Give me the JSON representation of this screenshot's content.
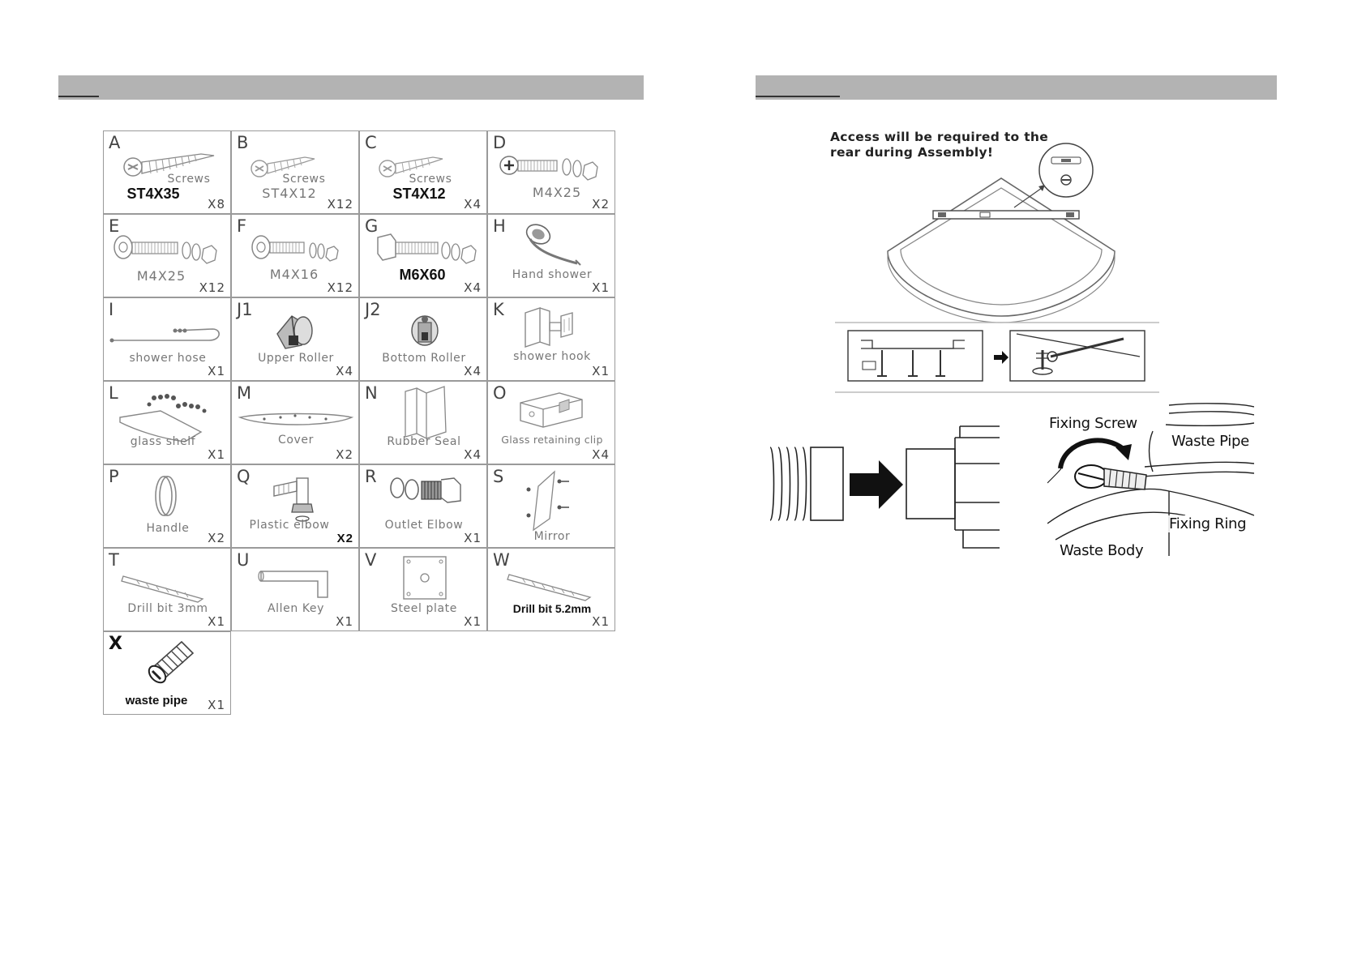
{
  "parts": [
    {
      "letter": "A",
      "name": "Screws",
      "spec": "ST4X35",
      "qty": "X8",
      "icon": "screw-icon"
    },
    {
      "letter": "B",
      "name": "Screws",
      "spec": "ST4X12",
      "qty": "X12",
      "icon": "screw-icon"
    },
    {
      "letter": "C",
      "name": "Screws",
      "spec": "ST4X12",
      "qty": "X4",
      "icon": "screw-icon"
    },
    {
      "letter": "D",
      "name": "",
      "spec": "M4X25",
      "qty": "X2",
      "icon": "bolt-icon"
    },
    {
      "letter": "E",
      "name": "",
      "spec": "M4X25",
      "qty": "X12",
      "icon": "bolt-icon"
    },
    {
      "letter": "F",
      "name": "",
      "spec": "M4X16",
      "qty": "X12",
      "icon": "bolt-icon"
    },
    {
      "letter": "G",
      "name": "",
      "spec": "M6X60",
      "qty": "X4",
      "icon": "bolt-icon"
    },
    {
      "letter": "H",
      "name": "Hand shower",
      "spec": "",
      "qty": "X1",
      "icon": "hand-shower-icon"
    },
    {
      "letter": "I",
      "name": "shower hose",
      "spec": "",
      "qty": "X1",
      "icon": "shower-hose-icon"
    },
    {
      "letter": "J1",
      "name": "Upper Roller",
      "spec": "",
      "qty": "X4",
      "icon": "upper-roller-icon"
    },
    {
      "letter": "J2",
      "name": "Bottom Roller",
      "spec": "",
      "qty": "X4",
      "icon": "bottom-roller-icon"
    },
    {
      "letter": "K",
      "name": "shower hook",
      "spec": "",
      "qty": "X1",
      "icon": "shower-hook-icon"
    },
    {
      "letter": "L",
      "name": "glass shelf",
      "spec": "",
      "qty": "X1",
      "icon": "glass-shelf-icon"
    },
    {
      "letter": "M",
      "name": "Cover",
      "spec": "",
      "qty": "X2",
      "icon": "cover-icon"
    },
    {
      "letter": "N",
      "name": "Rubber Seal",
      "spec": "",
      "qty": "X4",
      "icon": "rubber-seal-icon"
    },
    {
      "letter": "O",
      "name": "Glass retaining clip",
      "spec": "",
      "qty": "X4",
      "icon": "retaining-clip-icon"
    },
    {
      "letter": "P",
      "name": "Handle",
      "spec": "",
      "qty": "X2",
      "icon": "handle-icon"
    },
    {
      "letter": "Q",
      "name": "Plastic elbow",
      "spec": "",
      "qty": "X2",
      "icon": "plastic-elbow-icon"
    },
    {
      "letter": "R",
      "name": "Outlet Elbow",
      "spec": "",
      "qty": "X1",
      "icon": "outlet-elbow-icon"
    },
    {
      "letter": "S",
      "name": "Mirror",
      "spec": "",
      "qty": "",
      "icon": "mirror-icon"
    },
    {
      "letter": "T",
      "name": "Drill bit 3mm",
      "spec": "",
      "qty": "X1",
      "icon": "drill-bit-icon"
    },
    {
      "letter": "U",
      "name": "Allen Key",
      "spec": "",
      "qty": "X1",
      "icon": "allen-key-icon"
    },
    {
      "letter": "V",
      "name": "Steel plate",
      "spec": "",
      "qty": "X1",
      "icon": "steel-plate-icon"
    },
    {
      "letter": "W",
      "name": "Drill bit 5.2mm",
      "spec": "",
      "qty": "X1",
      "icon": "drill-bit-icon"
    },
    {
      "letter": "X",
      "name": "waste pipe",
      "spec": "",
      "qty": "X1",
      "icon": "waste-pipe-icon"
    }
  ],
  "assembly": {
    "note_line1": "Access will be required to the",
    "note_line2": "rear during Assembly!",
    "labels": {
      "fixing_screw": "Fixing Screw",
      "waste_pipe": "Waste Pipe",
      "fixing_ring": "Fixing Ring",
      "waste_body": "Waste Body"
    },
    "icons": [
      "shower-tray-icon",
      "spirit-level-icon",
      "adjustable-foot-icon",
      "spanner-icon",
      "arrow-right-icon",
      "rotate-arrow-icon"
    ]
  }
}
